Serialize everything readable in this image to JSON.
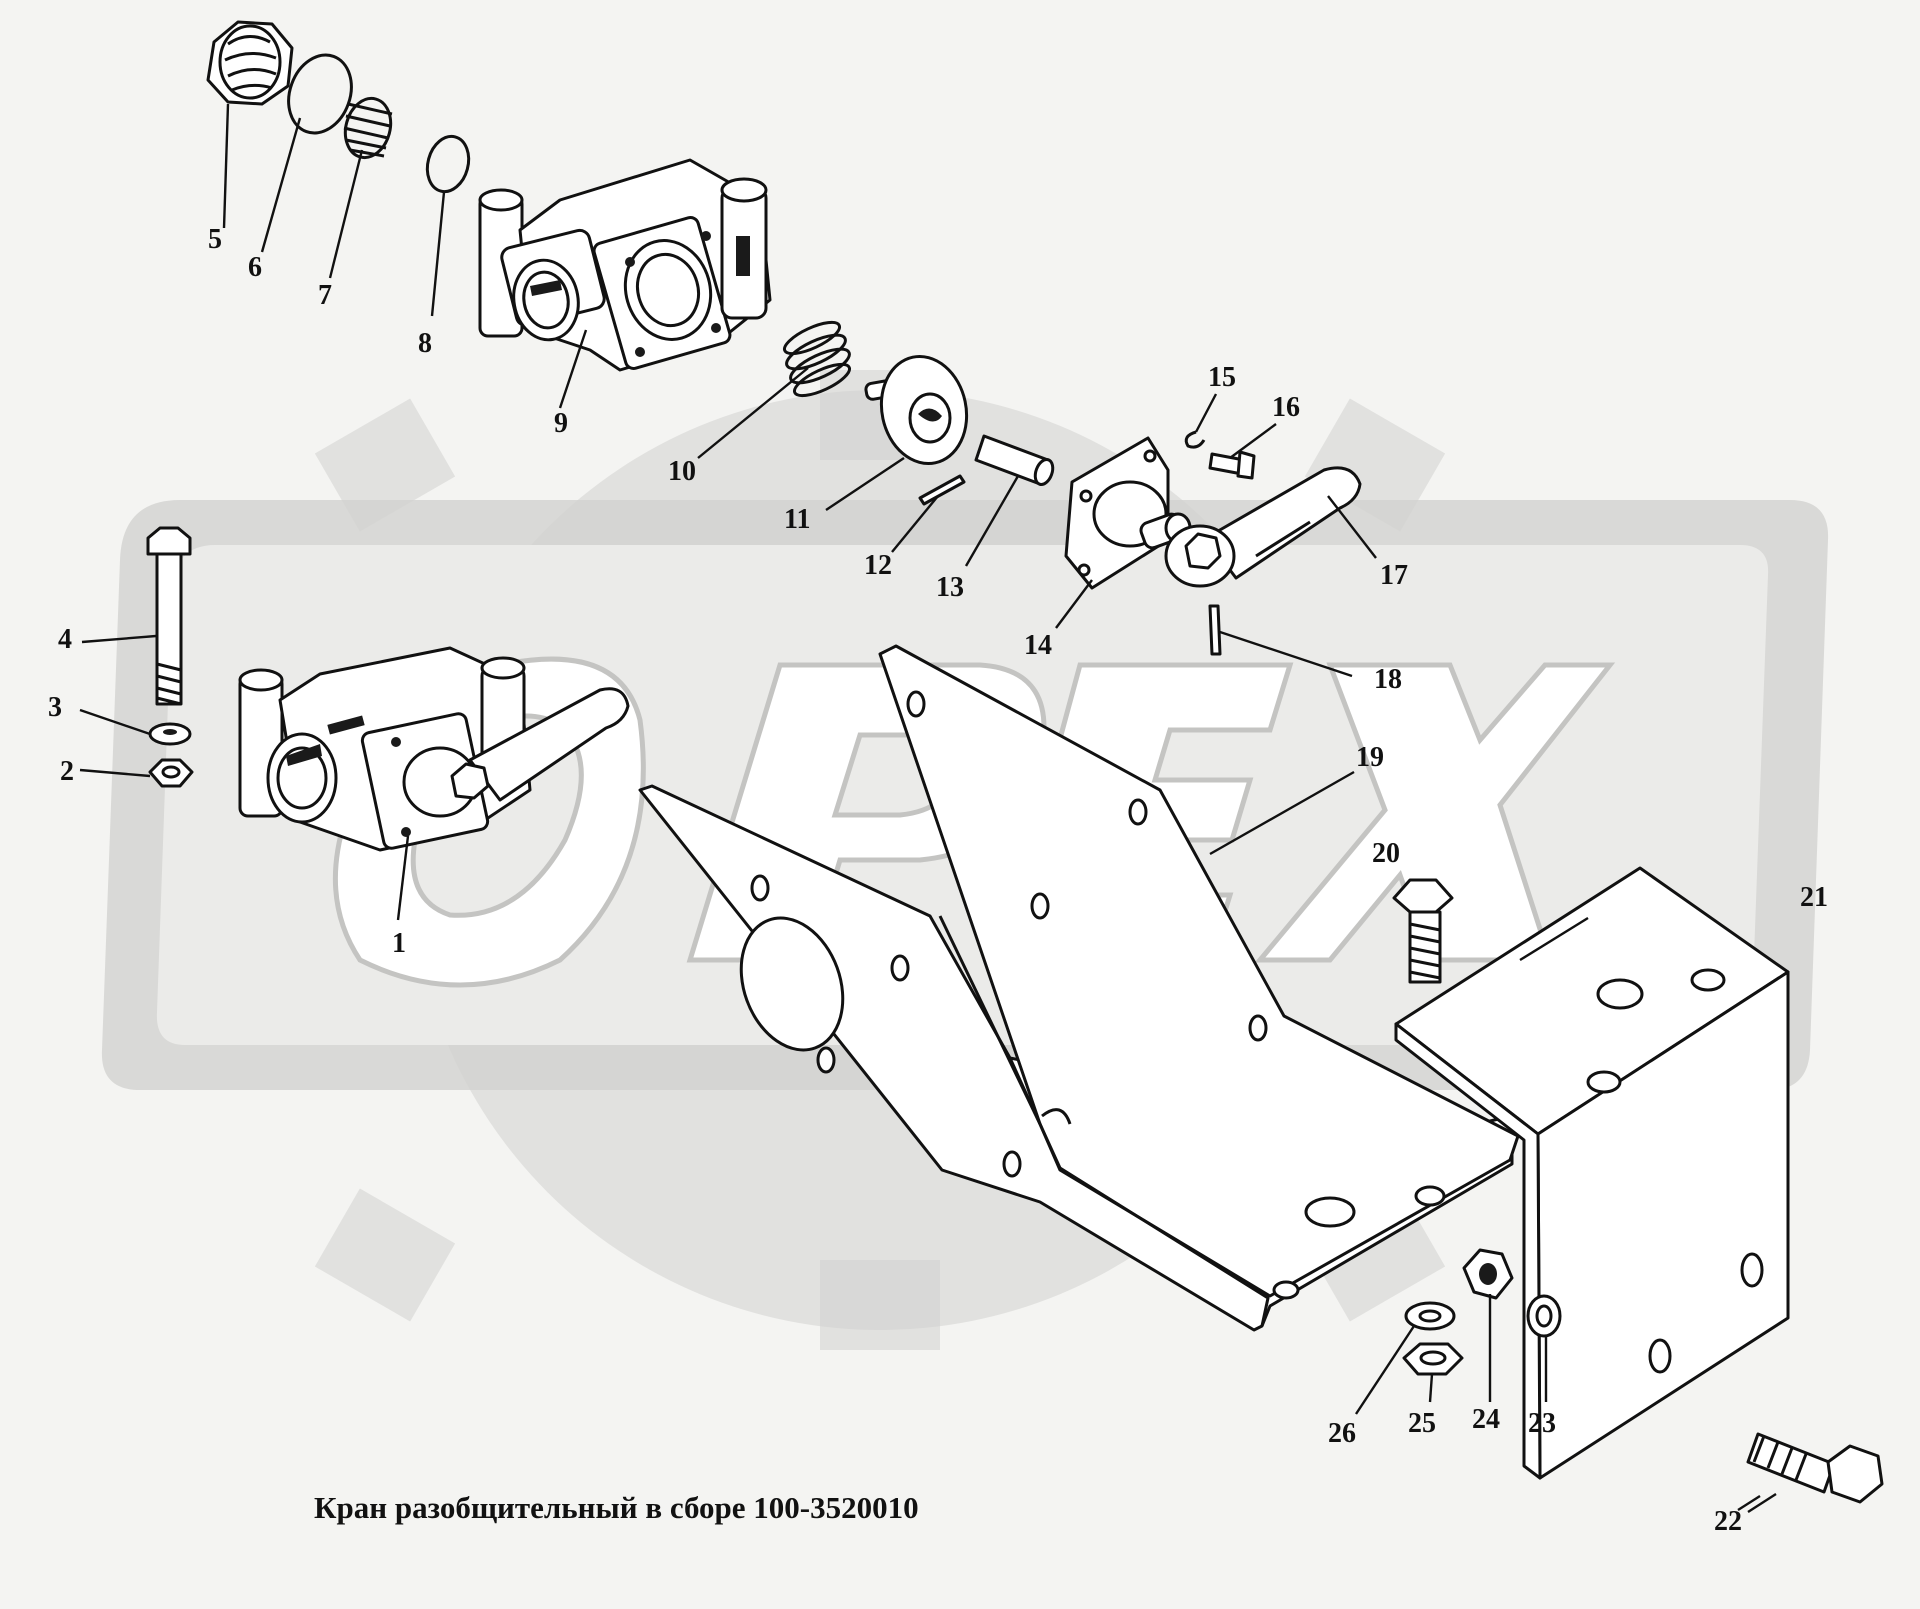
{
  "caption": "Кран разобщительный в сборе 100-3520010",
  "watermark": "OPEX",
  "callouts": [
    "1",
    "2",
    "3",
    "4",
    "5",
    "6",
    "7",
    "8",
    "9",
    "10",
    "11",
    "12",
    "13",
    "14",
    "15",
    "16",
    "17",
    "18",
    "19",
    "20",
    "21",
    "22",
    "23",
    "24",
    "25",
    "26"
  ],
  "colors": {
    "background": "#f4f4f2",
    "line": "#111111",
    "watermark": "#d2d2d0"
  }
}
